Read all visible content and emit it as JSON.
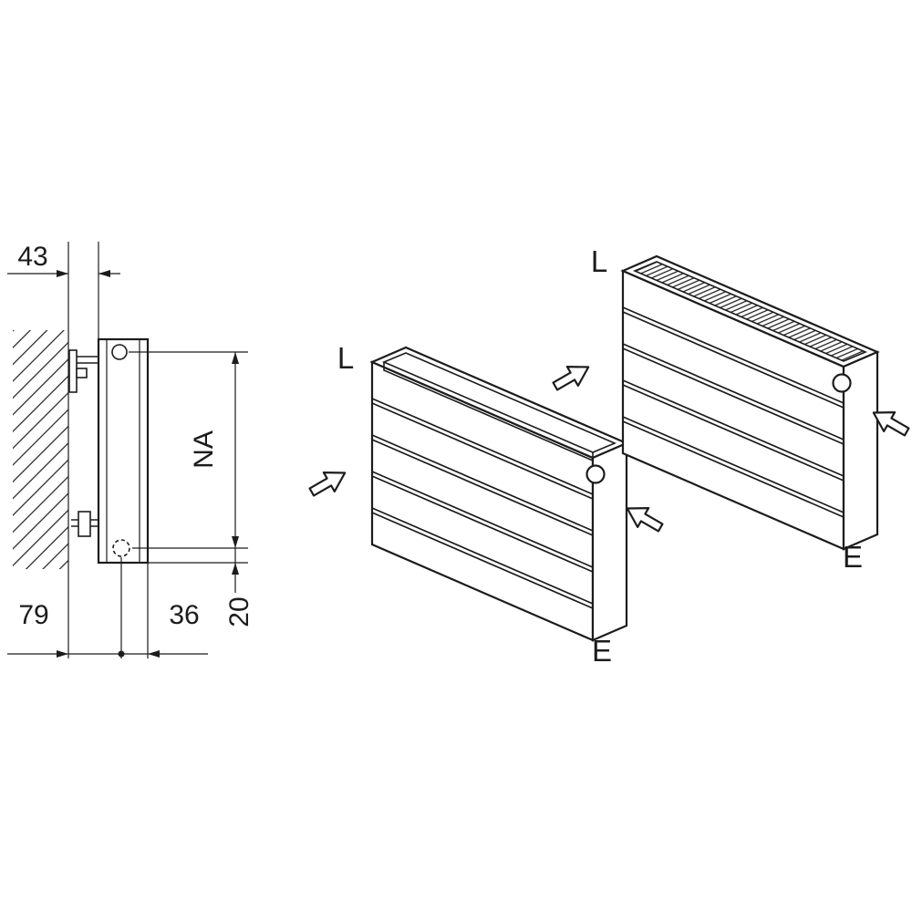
{
  "colors": {
    "line": "#1c1c1c",
    "background": "#ffffff"
  },
  "section_view": {
    "dimensions": {
      "wall_clearance": "43",
      "hub_distance": "NA",
      "wall_to_pipe_center": "79",
      "pipe_center_to_front": "36",
      "bottom_overhang": "20"
    }
  },
  "isometric_views": {
    "front_radiator": {
      "supply_label": "L",
      "drain_label": "E"
    },
    "rear_radiator": {
      "supply_label": "L",
      "drain_label": "E"
    }
  }
}
